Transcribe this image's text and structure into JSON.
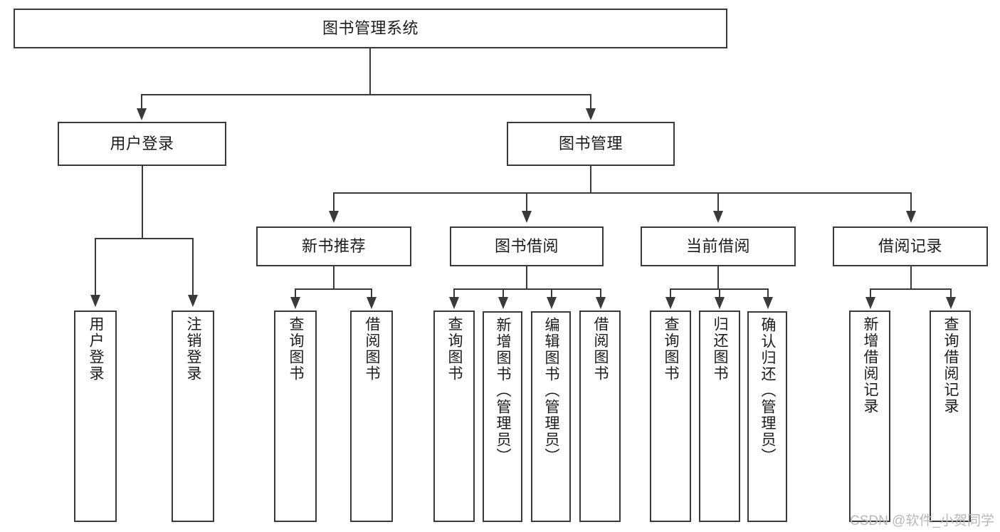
{
  "diagram": {
    "title": "图书管理系统",
    "root": {
      "label": "图书管理系统"
    },
    "level1": [
      {
        "label": "用户登录"
      },
      {
        "label": "图书管理"
      }
    ],
    "level2": [
      {
        "label": "新书推荐"
      },
      {
        "label": "图书借阅"
      },
      {
        "label": "当前借阅"
      },
      {
        "label": "借阅记录"
      }
    ],
    "leaves": {
      "user_login": [
        {
          "label": "用户登录"
        },
        {
          "label": "注销登录"
        }
      ],
      "new_book": [
        {
          "label": "查询图书"
        },
        {
          "label": "借阅图书"
        }
      ],
      "book_borrow": [
        {
          "label": "查询图书"
        },
        {
          "label": "新增图书（管理员）"
        },
        {
          "label": "编辑图书（管理员）"
        },
        {
          "label": "借阅图书"
        }
      ],
      "current_borrow": [
        {
          "label": "查询图书"
        },
        {
          "label": "归还图书"
        },
        {
          "label": "确认归还（管理员）"
        }
      ],
      "borrow_record": [
        {
          "label": "新增借阅记录"
        },
        {
          "label": "查询借阅记录"
        }
      ]
    }
  },
  "watermark": {
    "text": "CSDN @软件_小贺同学"
  },
  "colors": {
    "stroke": "#3a3a3a",
    "text": "#1c1c1c",
    "background": "#ffffff",
    "watermark": "#b8b8b8"
  }
}
